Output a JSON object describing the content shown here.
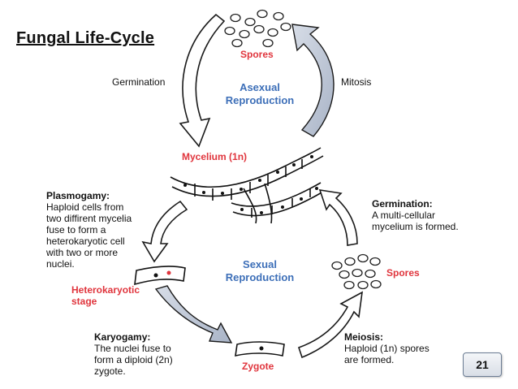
{
  "title": "Fungal Life-Cycle",
  "labels": {
    "spores_top": "Spores",
    "germination_top": "Germination",
    "mitosis": "Mitosis",
    "asexual_line1": "Asexual",
    "asexual_line2": "Reproduction",
    "mycelium": "Mycelium (1n)",
    "sexual_line1": "Sexual",
    "sexual_line2": "Reproduction",
    "spores_right": "Spores",
    "hetero_line1": "Heterokaryotic",
    "hetero_line2": "stage",
    "zygote": "Zygote"
  },
  "notes": {
    "plasmogamy": {
      "heading": "Plasmogamy:",
      "lines": [
        "Haploid cells from",
        "two diffirent mycelia",
        "fuse to form a",
        "heterokaryotic cell",
        "with two or more",
        "nuclei."
      ]
    },
    "germination": {
      "heading": "Germination:",
      "lines": [
        "A multi-cellular",
        "mycelium is formed."
      ]
    },
    "karyogamy": {
      "heading": "Karyogamy:",
      "lines": [
        "The nuclei fuse to",
        "form a diploid (2n)",
        "zygote."
      ]
    },
    "meiosis": {
      "heading": "Meiosis:",
      "lines": [
        "Haploid (1n) spores",
        "are formed."
      ]
    }
  },
  "page_number": "21",
  "colors": {
    "red_label": "#e0353d",
    "blue_label": "#3d6fb8",
    "arrow_outline": "#1a1a1a",
    "arrow_gray_fill": "#b9c3d4"
  }
}
